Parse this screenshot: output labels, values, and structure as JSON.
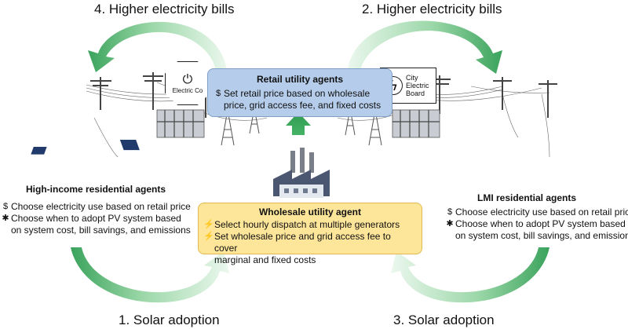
{
  "steps": {
    "top_left": "4. Higher electricity bills",
    "top_right": "2. Higher electricity bills",
    "bottom_left": "1. Solar adoption",
    "bottom_right": "3. Solar adoption"
  },
  "retail": {
    "title": "Retail utility agents",
    "lines": [
      {
        "bullet": "$",
        "text": "Set retail price based on wholesale"
      },
      {
        "bullet": "",
        "text": "price, grid access fee, and fixed costs"
      }
    ]
  },
  "wholesale": {
    "title": "Wholesale utility agent",
    "lines": [
      {
        "bullet": "⚡",
        "text": "Select hourly dispatch at multiple generators"
      },
      {
        "bullet": "⚡",
        "text": "Set wholesale price and grid access fee to cover"
      },
      {
        "bullet": "",
        "text": "marginal and fixed costs"
      }
    ]
  },
  "high_income": {
    "title": "High-income residential  agents",
    "lines": [
      {
        "bullet": "$",
        "text": "Choose electricity use based on retail price"
      },
      {
        "bullet": "✱",
        "text": "Choose when to adopt PV system based"
      },
      {
        "bullet": "",
        "text": "on system cost, bill savings, and emissions"
      }
    ]
  },
  "lmi": {
    "title": "LMI residential  agents",
    "lines": [
      {
        "bullet": "$",
        "text": "Choose electricity use based on retail price"
      },
      {
        "bullet": "✱",
        "text": "Choose when to adopt PV system based"
      },
      {
        "bullet": "",
        "text": "on system cost, bill savings, and emissions"
      }
    ]
  },
  "logos": {
    "left": "Electric Co",
    "right_lines": [
      "City",
      "Electric",
      "Board"
    ]
  },
  "icons": {
    "left_logo": "plug-icon",
    "right_logo": "lightning-icon"
  },
  "colors": {
    "arrow_green": "#4fb56f",
    "arrow_light": "#d9f1de",
    "retail_fill": "#b5cdea",
    "wholesale_fill": "#fde59a",
    "house_roof": "#3e4a66",
    "house_wall": "#e9ecf3",
    "pylon": "#555555"
  }
}
